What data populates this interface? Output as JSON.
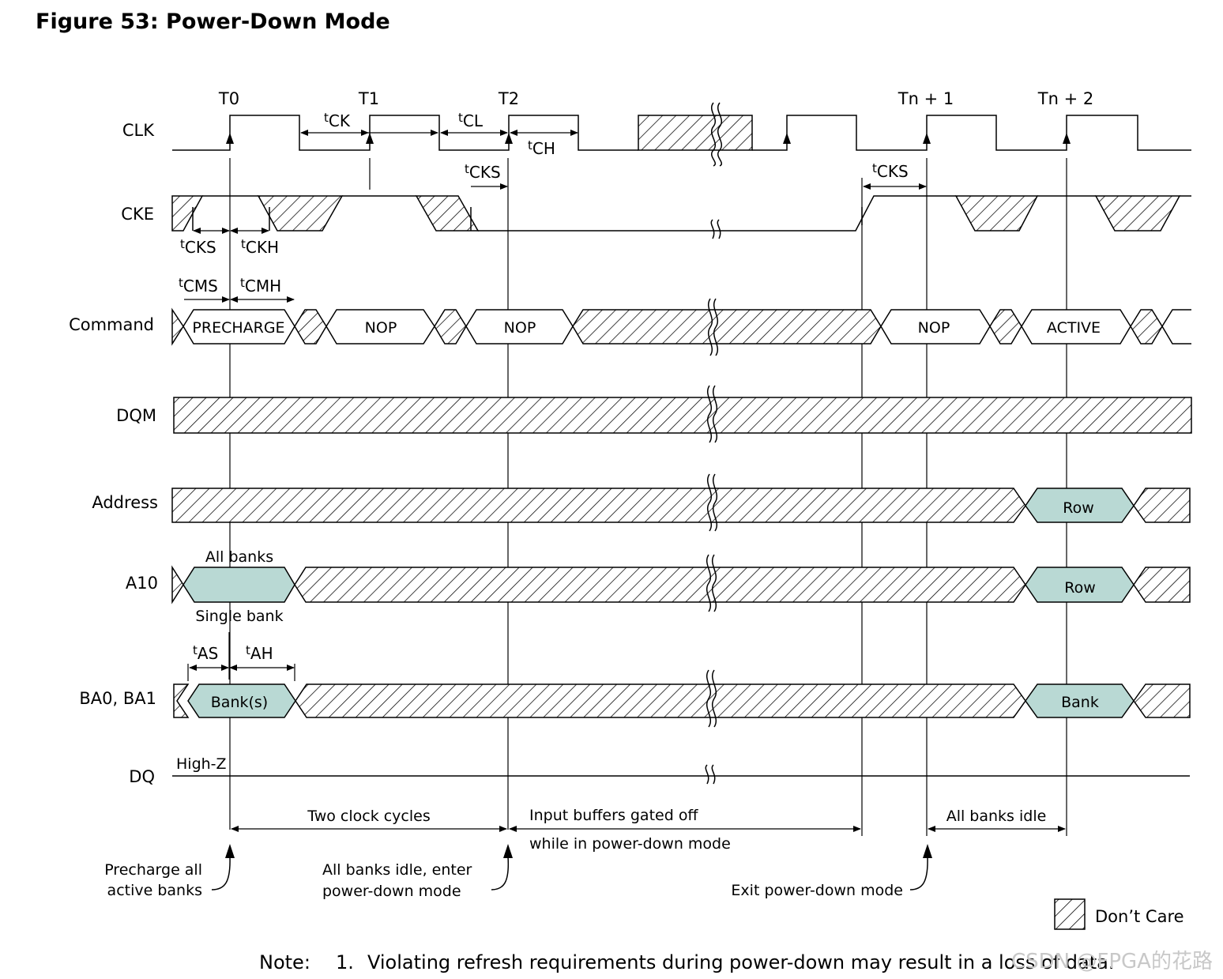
{
  "title": "Figure 53: Power-Down Mode",
  "clock_labels": [
    "T0",
    "T1",
    "T2",
    "Tn + 1",
    "Tn + 2"
  ],
  "signals": {
    "clk": "CLK",
    "cke": "CKE",
    "command": "Command",
    "dqm": "DQM",
    "address": "Address",
    "a10": "A10",
    "ba": "BA0, BA1",
    "dq": "DQ"
  },
  "commands": [
    "PRECHARGE",
    "NOP",
    "NOP",
    "NOP",
    "ACTIVE"
  ],
  "address_value": "Row",
  "a10": {
    "value": "Row",
    "above": "All banks",
    "below": "Single bank"
  },
  "ba_values": [
    "Bank(s)",
    "Bank"
  ],
  "dq_state": "High-Z",
  "timing": {
    "t": "t",
    "ck": "CK",
    "cl": "CL",
    "ch": "CH",
    "cks": "CKS",
    "ckh": "CKH",
    "cms": "CMS",
    "cmh": "CMH",
    "as": "AS",
    "ah": "AH"
  },
  "spans": {
    "two_cycles": "Two clock cycles",
    "gated_line1": "Input buffers gated off",
    "gated_line2": "while in power-down mode",
    "all_idle": "All banks idle"
  },
  "annotations": {
    "precharge_line1": "Precharge all",
    "precharge_line2": "active banks",
    "enter_line1": "All banks idle, enter",
    "enter_line2": "power-down mode",
    "exit": "Exit power-down mode"
  },
  "legend": {
    "dont_care": "Don’t Care"
  },
  "note": {
    "label": "Note:",
    "number": "1.",
    "text": "Violating refresh requirements during power-down may result in a loss of data."
  },
  "watermark": "CSDN @FPGA的花路",
  "colors": {
    "valid_fill": "#b9d9d4",
    "line": "#000000",
    "background": "#ffffff"
  }
}
